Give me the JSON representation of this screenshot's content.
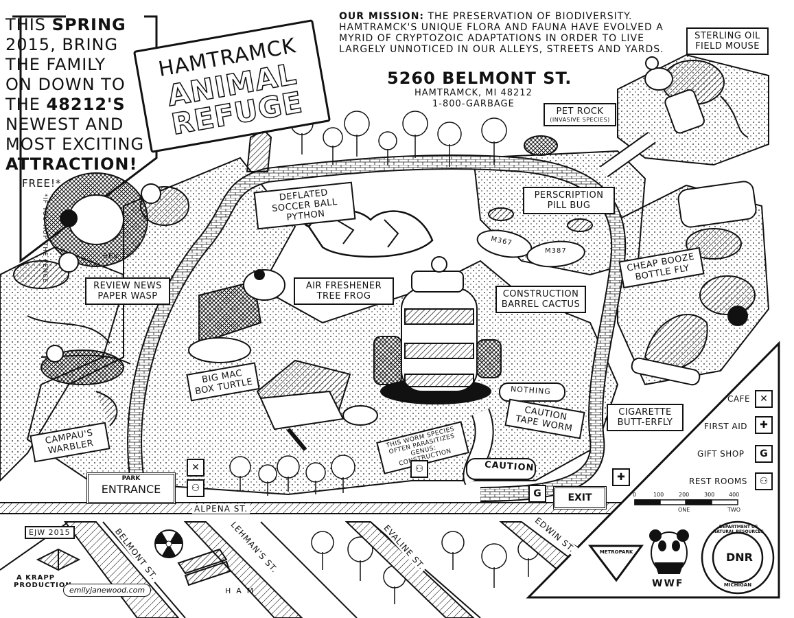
{
  "promo": {
    "lines": [
      "THIS",
      "SPRING",
      "2015, BRING",
      "THE FAMILY",
      "ON DOWN TO",
      "THE",
      "48212's",
      "NEWEST AND",
      "MOST EXCITING",
      "ATTRACTION!"
    ],
    "free": "FREE!*",
    "footnote": "*IF YOU HOP THE FENCE"
  },
  "sign": {
    "line1": "HAMTRAMCK",
    "line2": "ANIMAL",
    "line3": "REFUGE"
  },
  "mission": {
    "lead": "OUR MISSION:",
    "text": "THE PRESERVATION OF BIODIVERSITY. HAMTRAMCK'S UNIQUE FLORA AND FAUNA HAVE EVOLVED A MYRID OF CRYPTOZOIC ADAPTATIONS IN ORDER TO LIVE LARGELY UNNOTICED IN OUR ALLEYS, STREETS AND YARDS."
  },
  "address": {
    "street": "5260 BELMONT ST.",
    "city": "HAMTRAMCK, MI 48212",
    "phone": "1-800-GARBAGE"
  },
  "exhibits": {
    "field_mouse": "STERLING OIL FIELD MOUSE",
    "pet_rock": "PET ROCK",
    "pet_rock_note": "(INVASIVE SPECIES)",
    "soccer_python": "DEFLATED SOCCER BALL PYTHON",
    "pill_bug": "PERSCRIPTION PILL BUG",
    "paper_wasp": "REVIEW NEWS PAPER WASP",
    "tree_frog": "AIR FRESHENER TREE FROG",
    "barrel_cactus": "CONSTRUCTION BARREL CACTUS",
    "booze_fly": "CHEAP BOOZE BOTTLE FLY",
    "box_turtle": "BIG MAC BOX TURTLE",
    "tape_worm": "CAUTION TAPE WORM",
    "butterfly": "CIGARETTE BUTT-ERFLY",
    "warbler": "CAMPAU'S WARBLER",
    "worm_note": "THIS WORM SPECIES OFTEN PARASITIZES GENUS: CONSTRUCTION"
  },
  "tape_words": {
    "caution": "CAUTION",
    "nothing": "NOTHING"
  },
  "pill_labels": {
    "a": "M367",
    "b": "M387"
  },
  "wasp_tag": "REV",
  "gates": {
    "park": "PARK",
    "entrance": "ENTRANCE",
    "exit": "EXIT"
  },
  "legend": {
    "cafe": "CAFE",
    "first_aid": "FIRST AID",
    "gift_shop": "GIFT SHOP",
    "rest_rooms": "REST ROOMS",
    "scale_ticks": [
      "0",
      "100",
      "200",
      "300",
      "400"
    ],
    "scale_one": "ONE",
    "scale_two": "TWO"
  },
  "streets": {
    "alpena": "ALPENA ST.",
    "belmont": "BELMONT ST.",
    "lehmans": "LEHMAN'S ST.",
    "evaline": "EVALINE ST.",
    "edwin": "EDWIN ST."
  },
  "logos": {
    "metropark": "METROPARK",
    "wwf": "WWF",
    "dnr": "DNR",
    "dnr_ring": "DEPARTMENT OF NATURAL RESOURCES",
    "dnr_bottom": "MICHIGAN"
  },
  "credits": {
    "ejw": "EJW 2015",
    "krapp": "A KRAPP PRODUCTION",
    "website": "emilyjanewood.com",
    "ham": "HAM"
  },
  "icons": {
    "cafe": "fork-knife-icon",
    "first_aid": "cross-icon",
    "gift_shop": "letter-g-icon",
    "rest_rooms": "people-icon",
    "compass": "compass-icon",
    "radiation": "radiation-icon"
  },
  "colors": {
    "ink": "#111111",
    "paper": "#ffffff",
    "path": "#ffffff"
  }
}
